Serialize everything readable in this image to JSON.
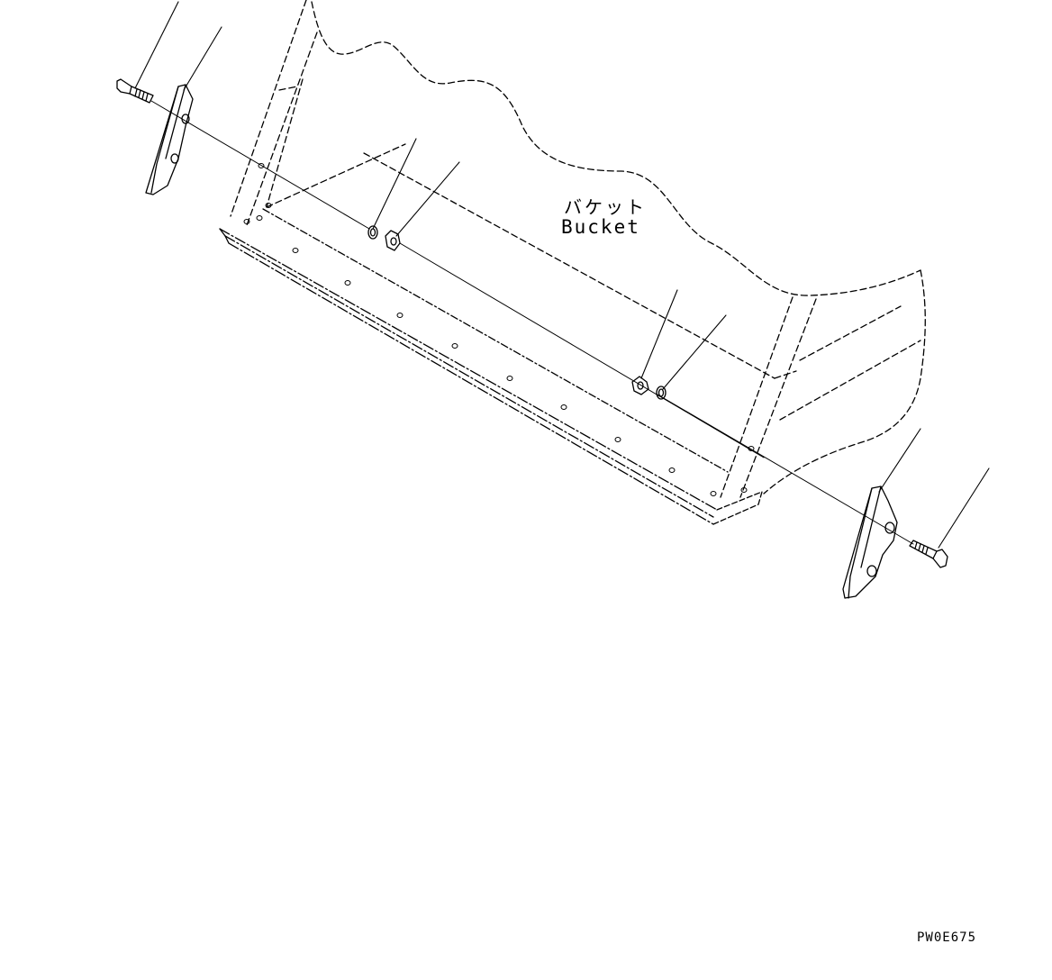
{
  "labels": {
    "part_name_jp": "バケット",
    "part_name_en": "Bucket"
  },
  "drawing_number": "PW0E675"
}
